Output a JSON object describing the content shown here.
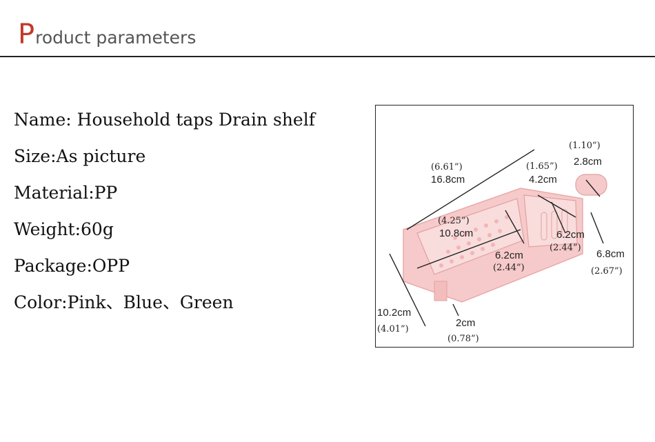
{
  "header": {
    "title_initial": "P",
    "title_rest": "roduct parameters"
  },
  "specs": {
    "name": "Name: Household taps Drain shelf",
    "size": "Size:As picture",
    "material": "Material:PP",
    "weight": "Weight:60g",
    "package": "Package:OPP",
    "color": "Color:Pink、Blue、Green"
  },
  "figure": {
    "length_in": "(6.61”)",
    "length_cm": "16.8cm",
    "inner_length_in": "(4.25”)",
    "inner_length_cm": "10.8cm",
    "small_width_in": "(1.65”)",
    "small_width_cm": "4.2cm",
    "hook_in": "(1.10”)",
    "hook_cm": "2.8cm",
    "small_depth_cm": "6.2cm",
    "small_depth_in": "(2.44”)",
    "large_depth_cm": "6.2cm",
    "large_depth_in": "(2.44”)",
    "height_right_cm": "6.8cm",
    "height_right_in": "(2.67”)",
    "height_cm": "10.2cm",
    "height_in": "(4.01”)",
    "leg_cm": "2cm",
    "leg_in": "(0.78”)"
  },
  "colors": {
    "accent": "#c0392b",
    "product_pink": "#f4c6c6"
  }
}
